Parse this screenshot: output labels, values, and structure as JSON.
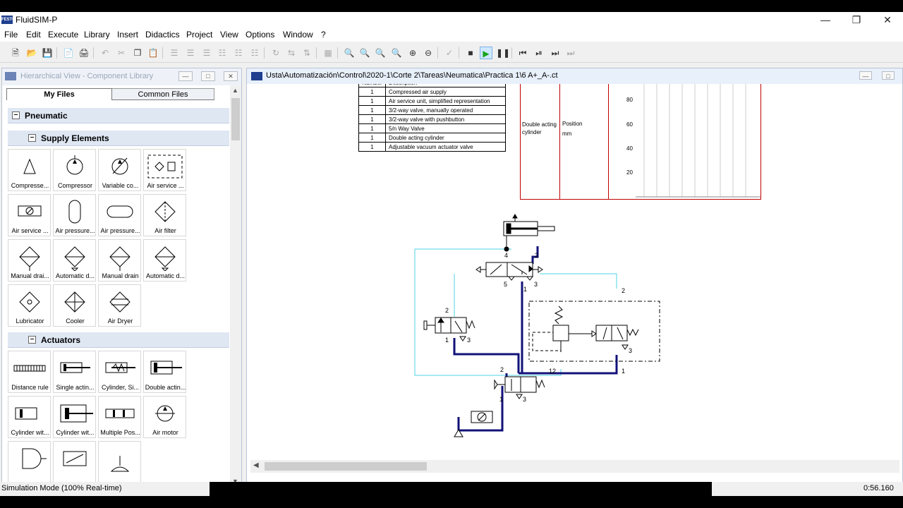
{
  "window": {
    "title": "FluidSIM-P",
    "logo_text": "FESTO"
  },
  "menu": [
    "File",
    "Edit",
    "Execute",
    "Library",
    "Insert",
    "Didactics",
    "Project",
    "View",
    "Options",
    "Window",
    "?"
  ],
  "library": {
    "title": "Hierarchical View - Component Library",
    "tabs": {
      "my_files": "My Files",
      "common_files": "Common Files"
    },
    "groups": {
      "pneumatic": "Pneumatic",
      "supply": "Supply Elements",
      "actuators": "Actuators"
    },
    "supply_items": [
      "Compresse...",
      "Compressor",
      "Variable co...",
      "Air service ...",
      "Air service ...",
      "Air pressure...",
      "Air pressure...",
      "Air filter",
      "Manual drai...",
      "Automatic d...",
      "Manual drain",
      "Automatic d...",
      "Lubricator",
      "Cooler",
      "Air Dryer"
    ],
    "actuator_items": [
      "Distance rule",
      "Single actin...",
      "Cylinder, Si...",
      "Double actin...",
      "Cylinder wit...",
      "Cylinder wit...",
      "Multiple Pos...",
      "Air motor",
      "",
      "",
      ""
    ]
  },
  "diagram": {
    "path": "Usta\\Automatización\\Control\\2020-1\\Corte 2\\Tareas\\Neumatica\\Practica 1\\6 A+_A-.ct",
    "bom_header": {
      "number": "Number",
      "description": "Description"
    },
    "bom_rows": [
      {
        "number": "1",
        "description": "Compressed air supply"
      },
      {
        "number": "1",
        "description": "Air service unit, simplified representation"
      },
      {
        "number": "1",
        "description": "3/2-way valve, manually operated"
      },
      {
        "number": "1",
        "description": "3/2-way valve with pushbutton"
      },
      {
        "number": "1",
        "description": "5/n Way Valve"
      },
      {
        "number": "1",
        "description": "Double acting cylinder"
      },
      {
        "number": "1",
        "description": "Adjustable vacuum actuator valve"
      }
    ],
    "state_diagram": {
      "component": "Double acting cylinder",
      "quantity": "Position",
      "unit": "mm",
      "ticks": [
        "80",
        "60",
        "40",
        "20"
      ]
    },
    "port_labels": {
      "p4": "4",
      "p2a": "2",
      "p5": "5",
      "p1a": "1",
      "p3a": "3",
      "p2b": "2",
      "p1b": "1",
      "p3b": "3",
      "p2c": "2",
      "p3c": "3",
      "p1c": "1",
      "p2d": "2",
      "p12": "12",
      "p1d": "1",
      "p3d": "3"
    }
  },
  "status": {
    "mode": "Simulation Mode (100% Real-time)",
    "time": "0:56.160"
  }
}
